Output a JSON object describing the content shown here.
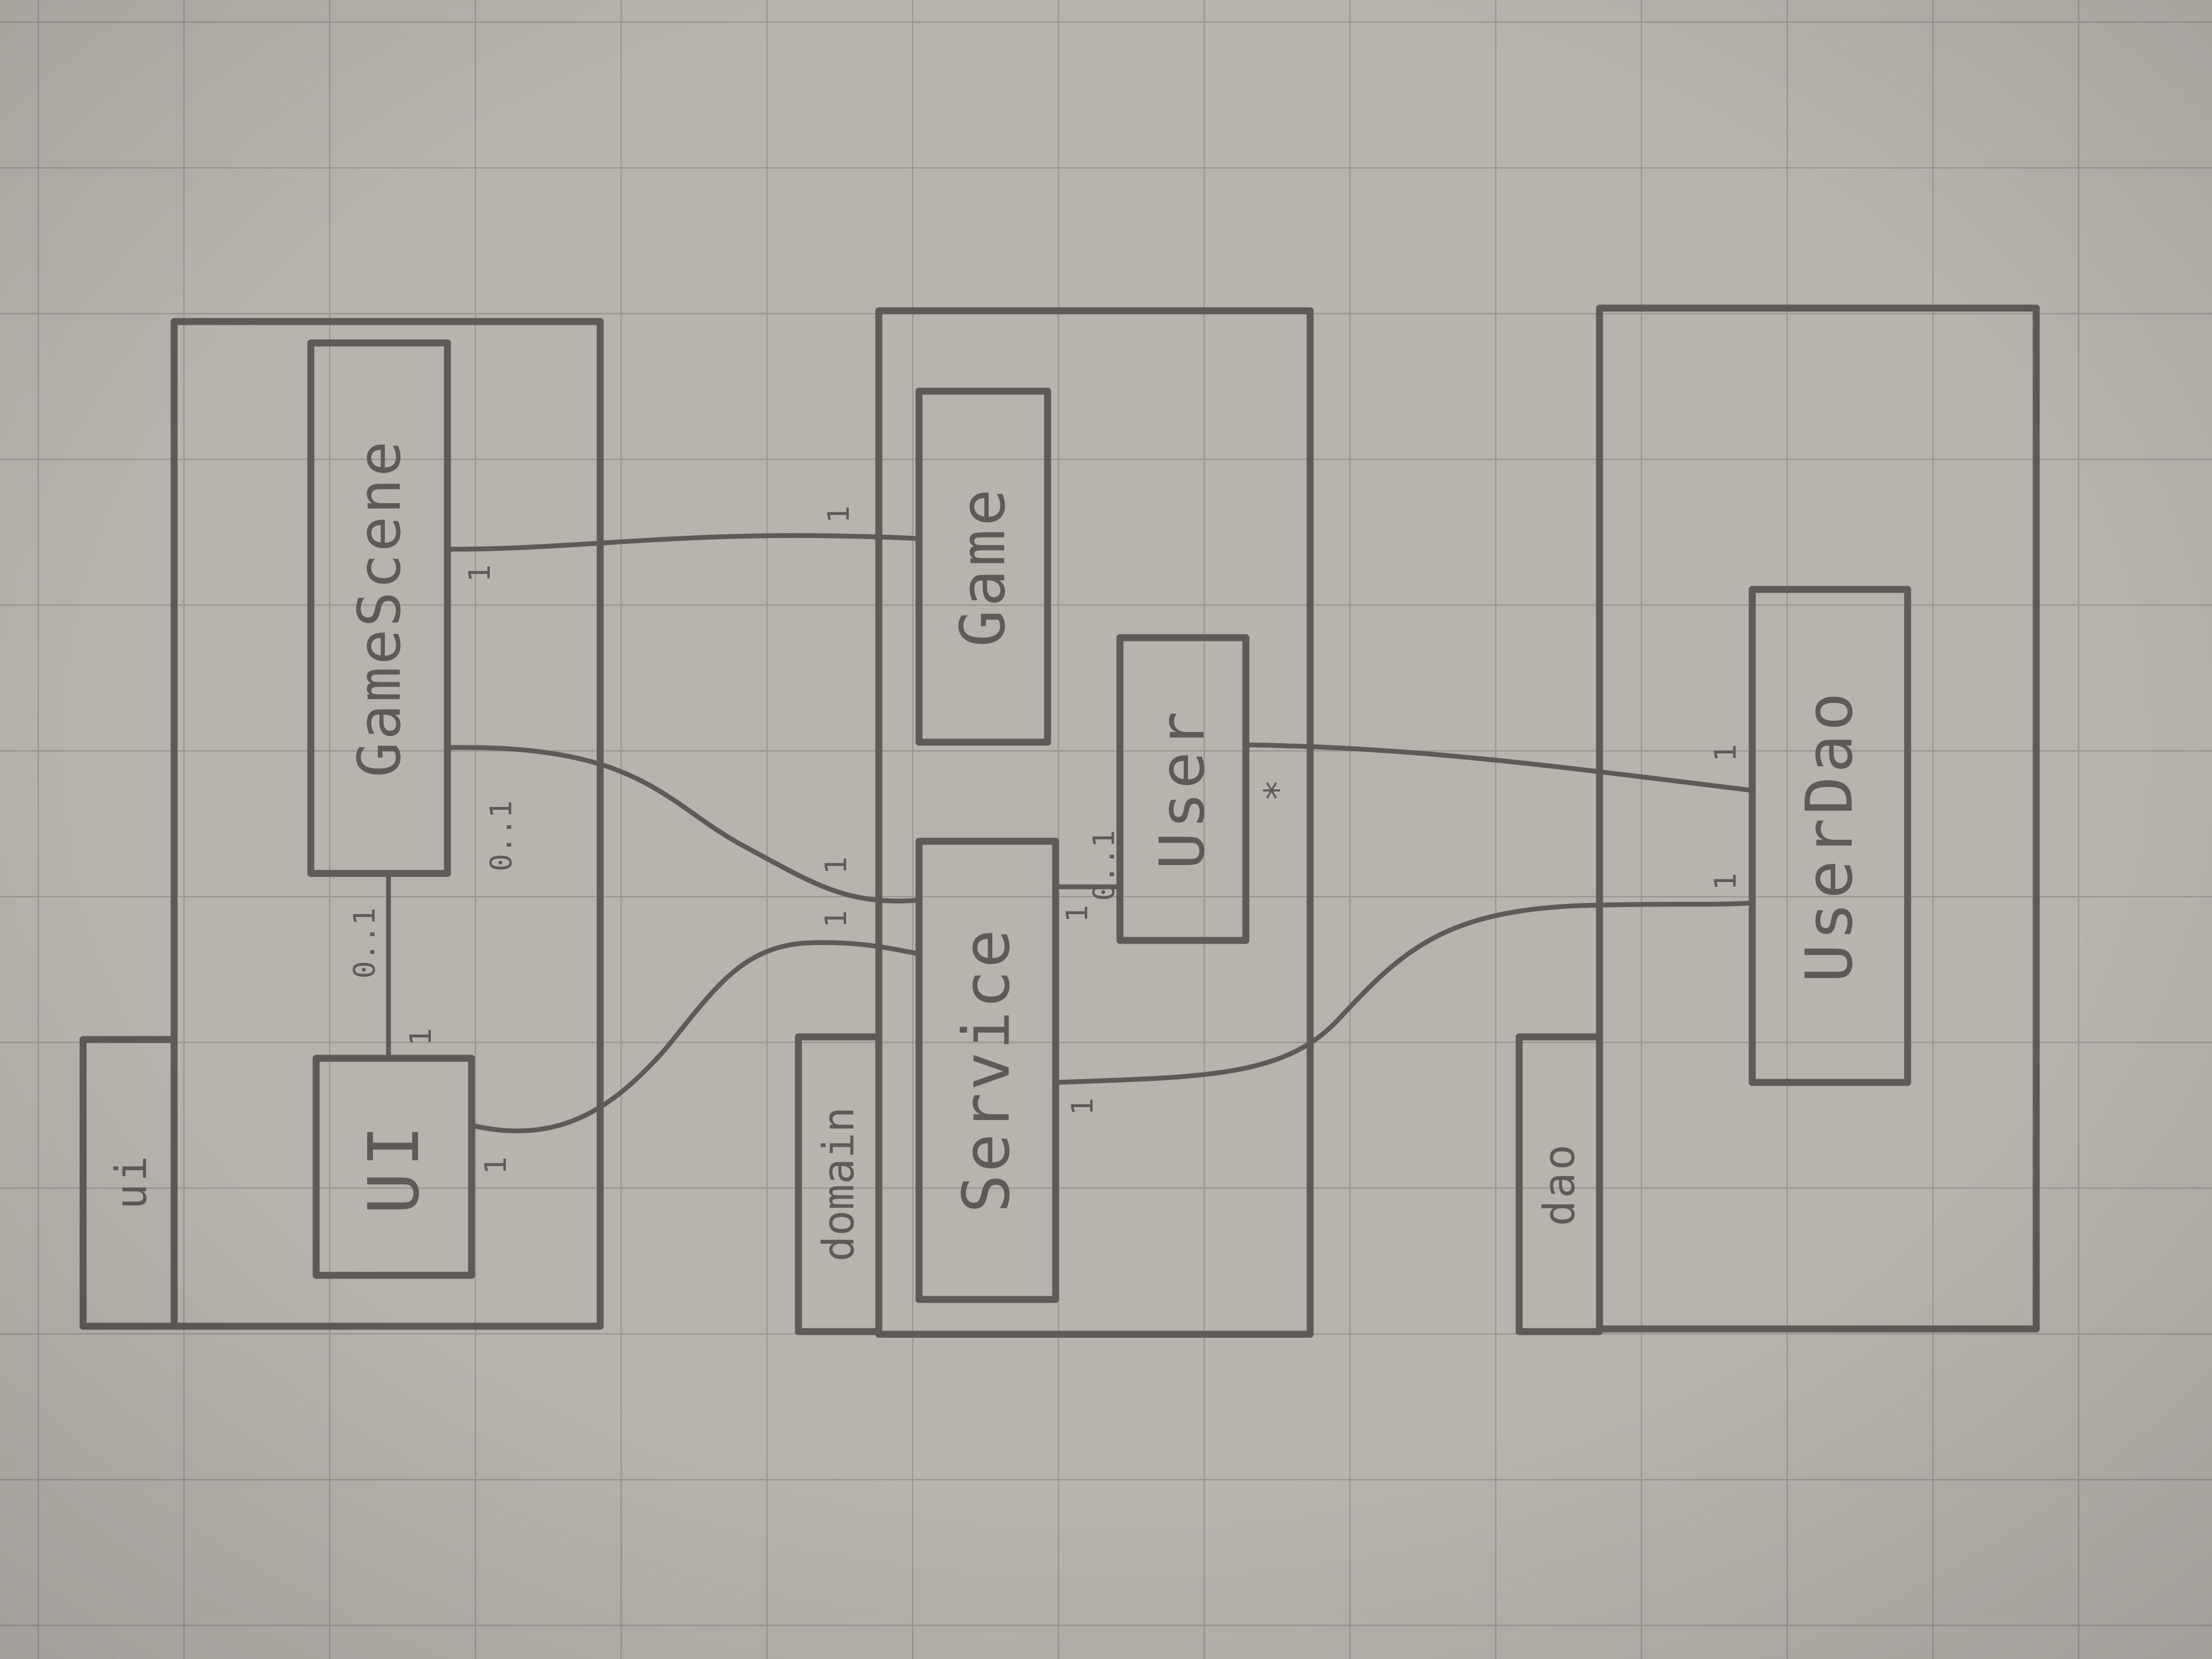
{
  "diagram": {
    "packages": [
      {
        "id": "ui",
        "label": "ui"
      },
      {
        "id": "domain",
        "label": "domain"
      },
      {
        "id": "dao",
        "label": "dao"
      }
    ],
    "classes": [
      {
        "id": "gamescene",
        "label": "GameScene",
        "package": "ui"
      },
      {
        "id": "ui-class",
        "label": "UI",
        "package": "ui"
      },
      {
        "id": "game",
        "label": "Game",
        "package": "domain"
      },
      {
        "id": "user",
        "label": "User",
        "package": "domain"
      },
      {
        "id": "service",
        "label": "Service",
        "package": "domain"
      },
      {
        "id": "userdao",
        "label": "UserDao",
        "package": "dao"
      }
    ],
    "associations": [
      {
        "id": "gamescene-game",
        "from": "gamescene",
        "to": "game",
        "from_mult": "1",
        "to_mult": "1"
      },
      {
        "id": "gamescene-ui",
        "from": "gamescene",
        "to": "ui-class",
        "from_mult": "0..1",
        "to_mult": "1"
      },
      {
        "id": "gamescene-service",
        "from": "gamescene",
        "to": "service",
        "from_mult": "0..1",
        "to_mult": "1"
      },
      {
        "id": "ui-service",
        "from": "ui-class",
        "to": "service",
        "from_mult": "1",
        "to_mult": "1"
      },
      {
        "id": "service-user",
        "from": "service",
        "to": "user",
        "from_mult": "1",
        "to_mult": "0..1"
      },
      {
        "id": "user-userdao",
        "from": "user",
        "to": "userdao",
        "from_mult": "*",
        "to_mult": "1"
      },
      {
        "id": "service-userdao",
        "from": "service",
        "to": "userdao",
        "from_mult": "1",
        "to_mult": "1"
      }
    ]
  },
  "colors": {
    "paper": "#b9b3ad",
    "grid": "#9c9691",
    "pencil": "#5d5a58"
  }
}
